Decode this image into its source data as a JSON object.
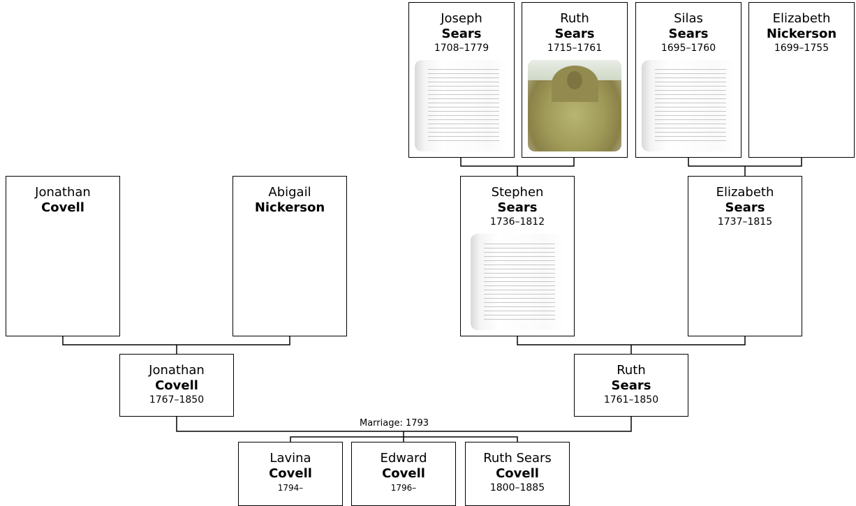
{
  "people": {
    "joseph_sears": {
      "given": "Joseph",
      "surname": "Sears",
      "dates": "1708–1779"
    },
    "ruth_sears_1715": {
      "given": "Ruth",
      "surname": "Sears",
      "dates": "1715–1761"
    },
    "silas_sears": {
      "given": "Silas",
      "surname": "Sears",
      "dates": "1695–1760"
    },
    "elizabeth_nickerson": {
      "given": "Elizabeth",
      "surname": "Nickerson",
      "dates": "1699–1755"
    },
    "jonathan_covell_sr": {
      "given": "Jonathan",
      "surname": "Covell",
      "dates": ""
    },
    "abigail_nickerson": {
      "given": "Abigail",
      "surname": "Nickerson",
      "dates": ""
    },
    "stephen_sears": {
      "given": "Stephen",
      "surname": "Sears",
      "dates": "1736–1812"
    },
    "elizabeth_sears": {
      "given": "Elizabeth",
      "surname": "Sears",
      "dates": "1737–1815"
    },
    "jonathan_covell": {
      "given": "Jonathan",
      "surname": "Covell",
      "dates": "1767–1850"
    },
    "ruth_sears_1761": {
      "given": "Ruth",
      "surname": "Sears",
      "dates": "1761–1850"
    },
    "lavina_covell": {
      "given": "Lavina",
      "surname": "Covell",
      "dates": "1794–"
    },
    "edward_covell": {
      "given": "Edward",
      "surname": "Covell",
      "dates": "1796–"
    },
    "ruth_sears_covell": {
      "given": "Ruth Sears",
      "surname": "Covell",
      "dates": "1800–1885"
    }
  },
  "marriage": {
    "label": "Marriage: 1793"
  },
  "colors": {
    "line": "#000000",
    "card_border": "#000000",
    "background": "#ffffff"
  }
}
